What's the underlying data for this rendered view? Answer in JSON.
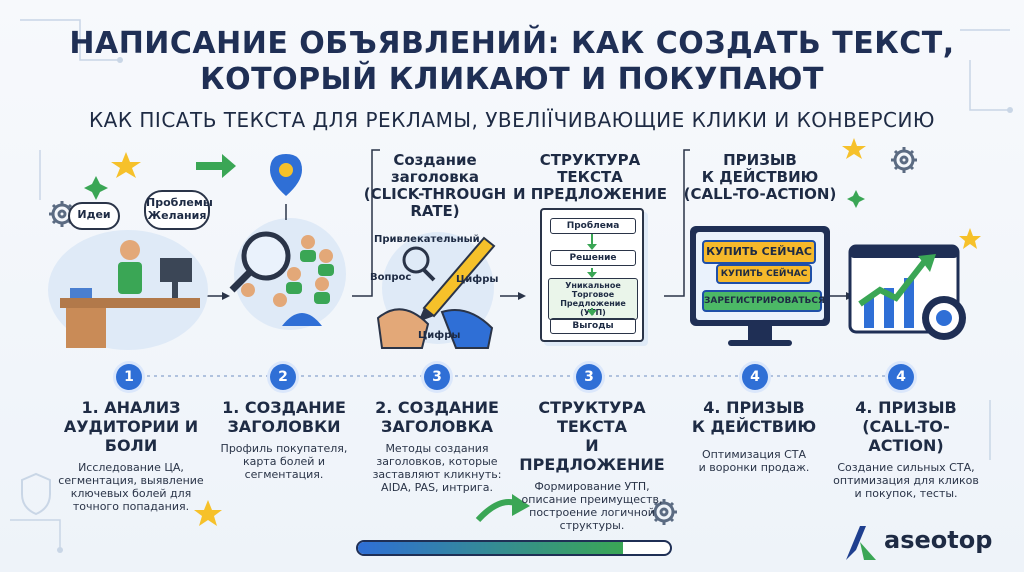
{
  "title_line1": "НАПИСАНИЕ ОБЪЯВЛЕНИЙ: КАК СОЗДАТЬ ТЕКСТ,",
  "title_line2": "КОТОРЫЙ КЛИКАЮТ И ПОКУПАЮТ",
  "subtitle": "КАК ПІСАТЬ ТЕКСТА ДЛЯ РЕКЛАМЫ, УВЕЛІЇЧИВАЮЩИЕ КЛИКИ И КОНВЕРСИЮ",
  "top_headers": {
    "h3": [
      "Создание",
      "заголовка",
      "(CLICK-THROUGH",
      "RATE)"
    ],
    "h4": [
      "СТРУКТУРА ТЕКСТА",
      "И ПРЕДЛОЖЕНИЕ"
    ],
    "h5": [
      "ПРИЗЫВ",
      "К ДЕЙСТВИЮ",
      "(CALL-TO-ACTION)"
    ]
  },
  "illustration": {
    "bubble_ideas": "Идеи",
    "bubble_problems": [
      "Проблемы",
      "Желания"
    ],
    "headline_words": {
      "attractive": "Привлекательный",
      "question": "Вопрос",
      "numbers1": "Цифры",
      "numbers2": "Цифры"
    },
    "doc_items": [
      "Проблема",
      "Решение",
      "Уникальное Торговое",
      "Предложение (УТП)",
      "Выгоды"
    ],
    "cta_buttons": [
      "КУПИТЬ СЕЙЧАС",
      "КУПИТЬ СЕЙЧАС",
      "ЗАРЕГИСТРИРОВАТЬСЯ"
    ]
  },
  "steps": [
    {
      "badge": "1",
      "title": [
        "1. АНАЛИЗ",
        "АУДИТОРИИ И БОЛИ"
      ],
      "desc": [
        "Исследование ЦА,",
        "сегментация, выявление",
        "ключевых болей для",
        "точного попадания."
      ]
    },
    {
      "badge": "2",
      "title": [
        "1. СОЗДАНИЕ",
        "ЗАГОЛОВКИ"
      ],
      "desc": [
        "Профиль покупателя,",
        "карта болей и",
        "сегментация."
      ]
    },
    {
      "badge": "3",
      "title": [
        "2. СОЗДАНИЕ",
        "ЗАГОЛОВКА"
      ],
      "desc": [
        "Методы создания",
        "заголовков, которые",
        "заставляют кликнуть:",
        "AIDA, PAS, интрига."
      ]
    },
    {
      "badge": "3",
      "title": [
        "СТРУКТУРА ТЕКСТА",
        "И ПРЕДЛОЖЕНИЕ"
      ],
      "desc": [
        "Формирование УТП,",
        "описание преимуществ,",
        "построение логичной",
        "структуры."
      ]
    },
    {
      "badge": "4",
      "title": [
        "4. ПРИЗЫВ",
        "К ДЕЙСТВИЮ"
      ],
      "desc": [
        "Оптимизация СТА",
        "и воронки продаж."
      ]
    },
    {
      "badge": "4",
      "title": [
        "4. ПРИЗЫВ",
        "(CALL-TO-ACTION)"
      ],
      "desc": [
        "Создание сильных СТА,",
        "оптимизация для кликов",
        "и покупок, тесты."
      ]
    }
  ],
  "progress": 0.85,
  "logo": "aseotop",
  "colors": {
    "navy": "#1f2f55",
    "blue": "#2f6fd6",
    "green": "#3aa655",
    "yellow": "#f6b92b"
  }
}
